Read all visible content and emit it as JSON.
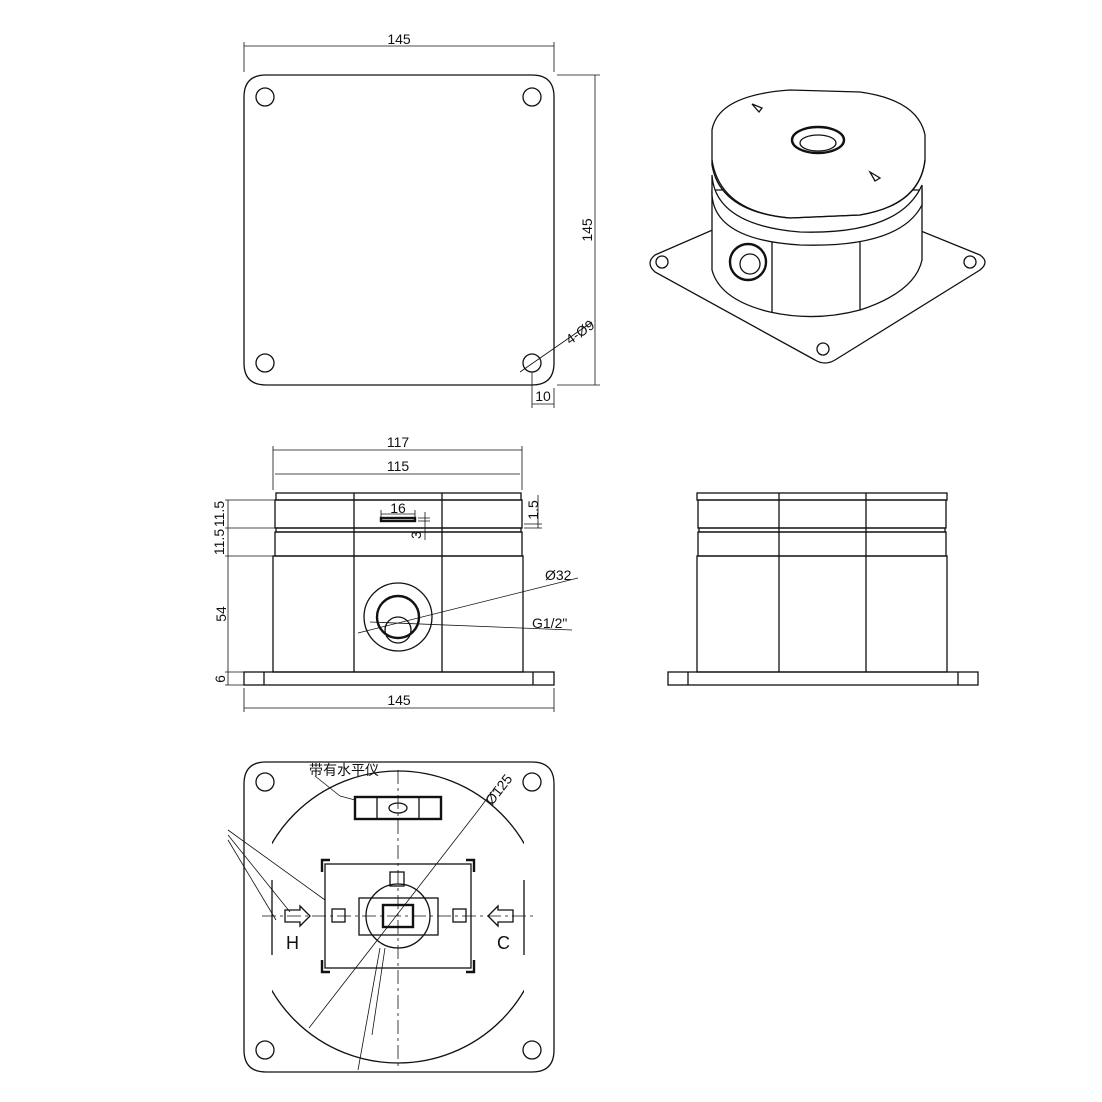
{
  "top_view": {
    "width_dim": "145",
    "height_dim": "145",
    "hole_callout": "4-Ø9",
    "hole_offset": "10"
  },
  "front_view": {
    "outer_width": "117",
    "inner_width": "115",
    "layer_top": "11.5",
    "layer_mid": "11.5",
    "body_height": "54",
    "base_height": "6",
    "base_width": "145",
    "right_step": "1.5",
    "slot_width": "16",
    "slot_depth": "3",
    "port_diameter": "Ø32",
    "port_thread": "G1/2\""
  },
  "bottom_view": {
    "level_note": "带有水平仪",
    "circle_diameter": "Ø125",
    "hot_label": "H",
    "cold_label": "C"
  }
}
